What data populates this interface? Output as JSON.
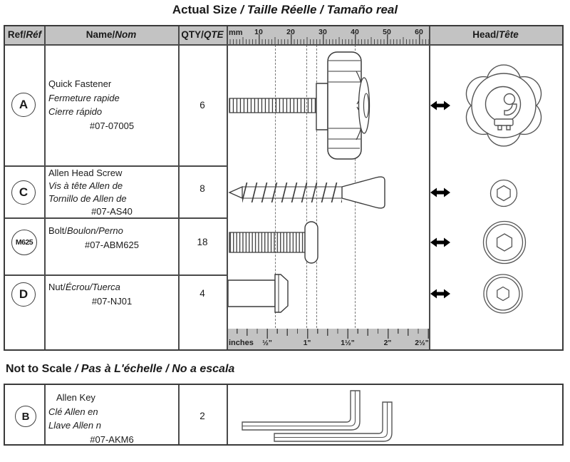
{
  "colors": {
    "header_bg": "#c3c3c3",
    "table_border": "#3a3a3a",
    "grid_line": "#4a4a4a",
    "text": "#1a1a1a",
    "arrow": "#000000"
  },
  "title_actual": {
    "en": "Actual Size",
    "i18n": " / Taille Réelle / Tamaño real"
  },
  "title_not_to_scale": {
    "en": "Not to Scale",
    "i18n": " / Pas à L'échelle / No a escala"
  },
  "headers": {
    "ref_en": "Ref/",
    "ref_i18n": "Réf",
    "name_en": "Name/",
    "name_i18n": "Nom",
    "qty_en": "QTY/",
    "qty_i18n": "QTE",
    "head_en": "Head/",
    "head_i18n": "Tête"
  },
  "ruler": {
    "mm_label": "mm",
    "mm_numbers": [
      "10",
      "20",
      "30",
      "40",
      "50",
      "60"
    ],
    "inch_label": "inches",
    "inch_numbers": [
      "½\"",
      "1\"",
      "1½\"",
      "2\"",
      "2½\""
    ]
  },
  "rows": [
    {
      "ref": "A",
      "name_en": "Quick Fastener",
      "name_fr": "Fermeture rapide",
      "name_es": "Cierre rápido",
      "part": "#07-07005",
      "qty": "6",
      "item": "quick-fastener"
    },
    {
      "ref": "C",
      "name_en": "Allen Head Screw",
      "name_fr": "Vis à tête Allen de",
      "name_es": "Tornillo de Allen de",
      "part": "#07-AS40",
      "qty": "8",
      "item": "allen-head-screw"
    },
    {
      "ref": "M625",
      "name_en": "Bolt/",
      "name_i18n": "Boulon/Perno",
      "part": "#07-ABM625",
      "qty": "18",
      "item": "bolt"
    },
    {
      "ref": "D",
      "name_en": "Nut/",
      "name_i18n": "Écrou/Tuerca",
      "part": "#07-NJ01",
      "qty": "4",
      "item": "nut"
    }
  ],
  "nts_row": {
    "ref": "B",
    "name_en": "Allen Key",
    "name_fr": "Clé Allen en",
    "name_es": "Llave Allen n",
    "part": "#07-AKM6",
    "qty": "2",
    "item": "allen-key"
  },
  "icons": {
    "size_arrow": "double-headed-arrow",
    "hex_socket": "hex-socket",
    "star_knob": "star-knob"
  }
}
